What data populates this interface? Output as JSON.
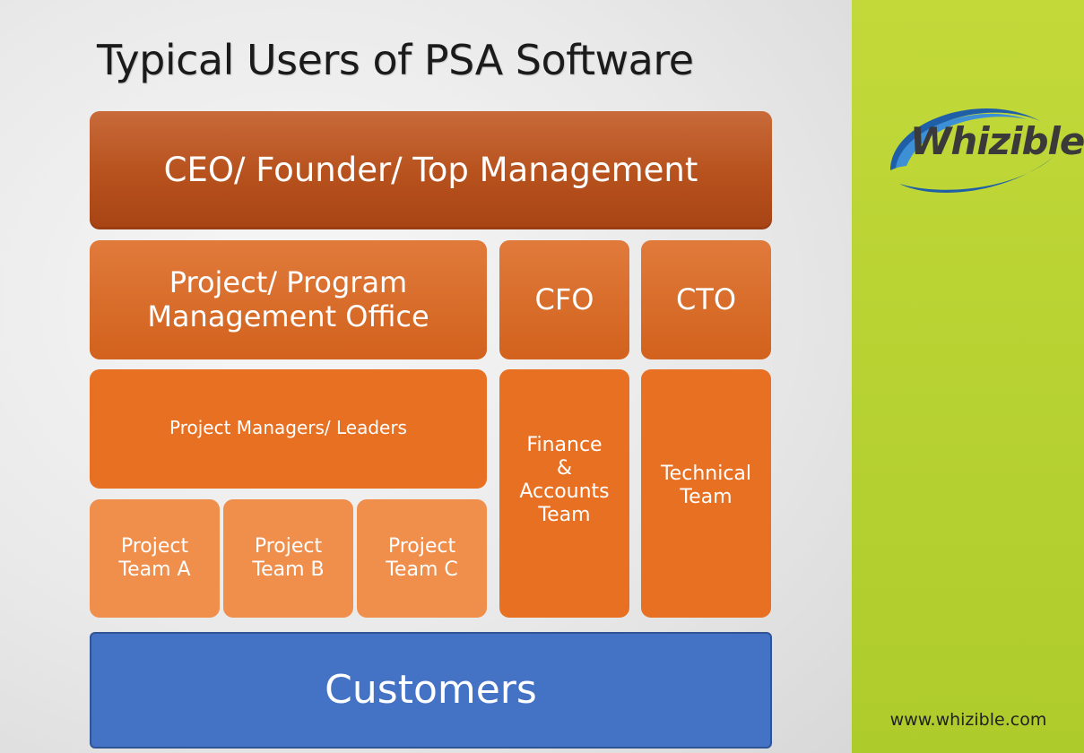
{
  "title": "Typical Users of PSA Software",
  "top_management": "CEO/ Founder/ Top Management",
  "pmo": {
    "line1": "Project/ Program",
    "line2": "Management Office"
  },
  "cfo": "CFO",
  "cto": "CTO",
  "project_managers": "Project Managers/ Leaders",
  "finance_team": {
    "line1": "Finance",
    "line2": "&",
    "line3": "Accounts",
    "line4": "Team"
  },
  "technical_team": {
    "line1": "Technical",
    "line2": "Team"
  },
  "project_teams": [
    {
      "line1": "Project",
      "line2": "Team A"
    },
    {
      "line1": "Project",
      "line2": "Team B"
    },
    {
      "line1": "Project",
      "line2": "Team C"
    }
  ],
  "customers": "Customers",
  "logo": "Whizible",
  "website": "www.whizible.com",
  "colors": {
    "dark_orange": "#b8531f",
    "orange": "#e87022",
    "light_orange": "#f08e4c",
    "blue": "#4472c4",
    "sidebar_green": "#b7d232"
  }
}
